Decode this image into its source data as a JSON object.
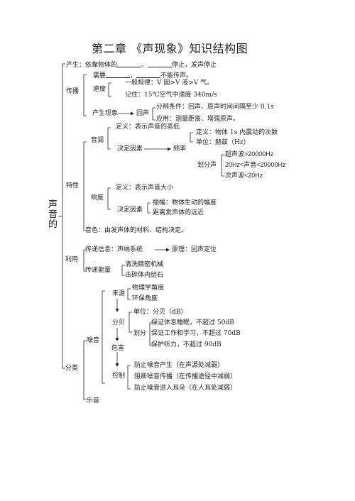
{
  "title": "第二章    《声现象》知识结构图",
  "root": "声音的",
  "produce": {
    "label": "产生：依靠物体的",
    "mid": "、",
    "end": "停止，发声停止"
  },
  "propagation": {
    "label": "传播",
    "needs": {
      "label": "需要",
      "mid": "，",
      "end": "不能传声。"
    },
    "speed": {
      "label": "速度",
      "rule": "一般规律：V 固>V 液>V 气。",
      "remember": "记住：15℃空气中速度 340m/s"
    },
    "phenomenon": {
      "label": "产生现象",
      "echo": "回声",
      "condition": "分辨条件：回声、原声时间间隔至少 0.1s",
      "application": "应用：测量距离、增强原声。"
    }
  },
  "characteristics": {
    "label": "特性",
    "pitch": {
      "label": "音调",
      "definition": "定义：表示声音的高低",
      "factor_label": "决定因素",
      "frequency": "频率",
      "freq_definition": "定义：物体 1s 内震动的次数",
      "freq_unit": "单位：赫兹（Hz）",
      "divide_label": "划分声",
      "ultrasonic": "超声波>20000Hz",
      "audible": "20Hz<声音<20000Hz",
      "infrasonic": "次声波<20Hz"
    },
    "loudness": {
      "label": "响度",
      "definition": "定义：表示声音大小",
      "factor_label": "决定因素",
      "amplitude": "振幅：物体生动的幅度",
      "distance": "距离发声体的远近"
    },
    "timbre": "音色：由发声体的材料、结构决定。"
  },
  "usage": {
    "label": "利用",
    "info": "传递信息：声纳系统",
    "principle": "原理：回声定位",
    "energy": "传递能量",
    "cleaning": "清洗精密机械",
    "stones": "击碎体内结石"
  },
  "classification": {
    "label": "分类",
    "noise": {
      "label": "噪音",
      "source": {
        "label": "来源",
        "physics": "物理学角度",
        "environment": "环保角度"
      },
      "decibel": {
        "label": "分贝",
        "unit": "单位：分贝（dB）",
        "divide_label": "划分",
        "rest": "保证休息睡眠，不超过 50dB",
        "work": "保证工作和学习，不超过 70dB",
        "hearing": "保护听力，不超过 90dB"
      },
      "harm": "危害",
      "control": {
        "label": "控制",
        "source": "防止噪音产生（在声源处减弱）",
        "path": "阻断噪音传播（在传播途径中减弱）",
        "ear": "防止噪音进入耳朵（在人耳处减弱）"
      }
    },
    "music": "乐音"
  }
}
